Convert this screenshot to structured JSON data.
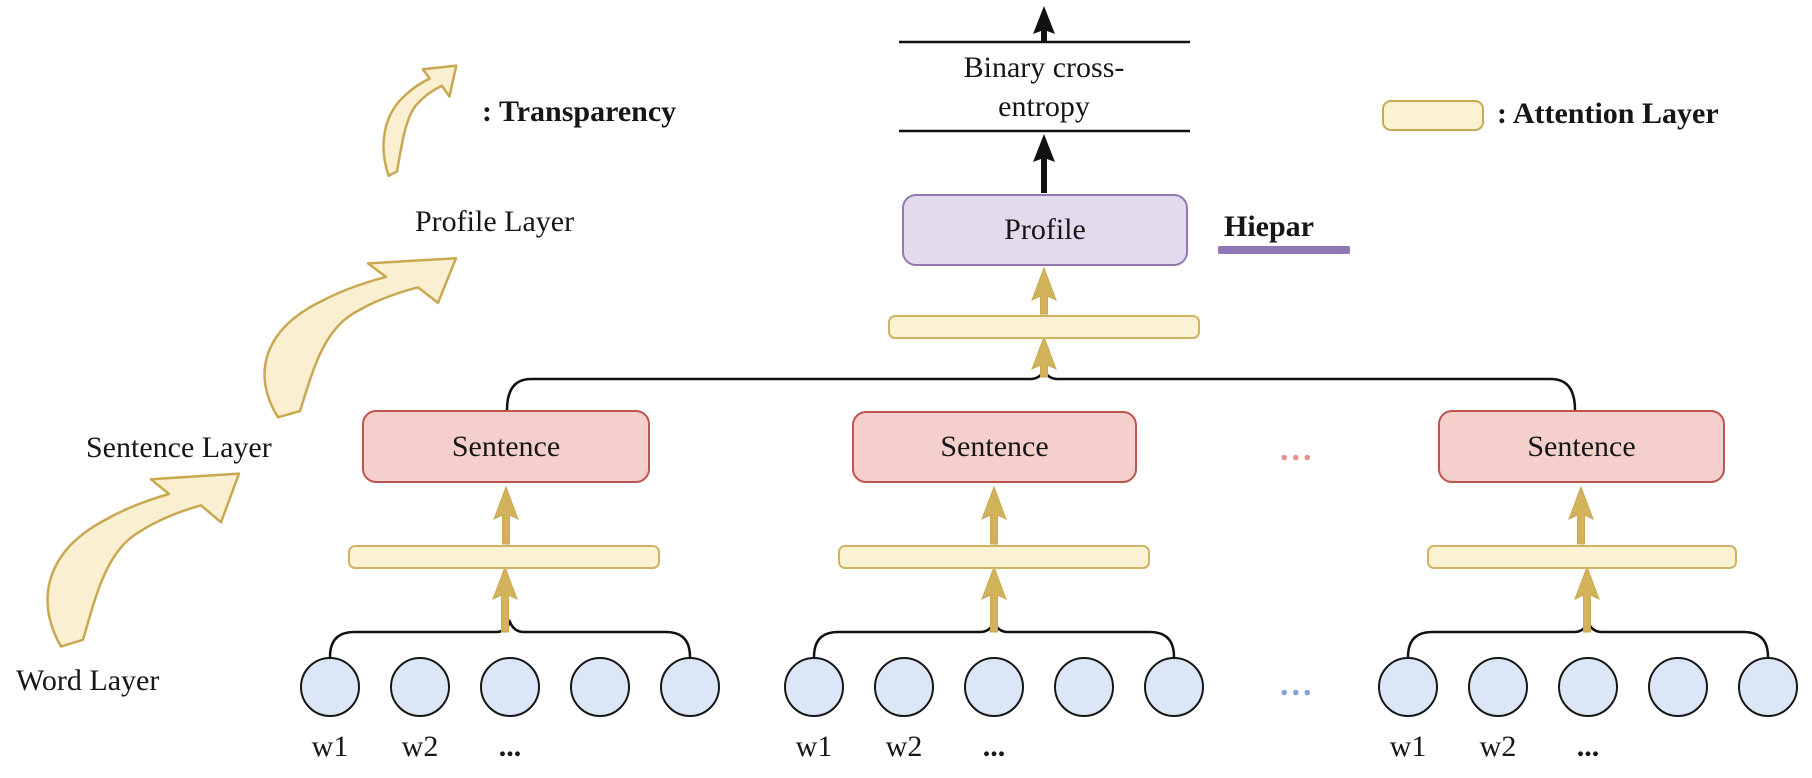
{
  "legend": {
    "transparency_label": ": Transparency",
    "attention_label": ": Attention Layer"
  },
  "side_labels": {
    "profile": "Profile Layer",
    "sentence": "Sentence Layer",
    "word": "Word Layer"
  },
  "loss": {
    "line1": "Binary cross-",
    "line2": "entropy"
  },
  "profile_box_label": "Profile",
  "model_name": "Hiepar",
  "groups": [
    {
      "sentence_label": "Sentence",
      "word_labels": [
        "w1",
        "w2",
        "..."
      ]
    },
    {
      "sentence_label": "Sentence",
      "word_labels": [
        "w1",
        "w2",
        "..."
      ]
    },
    {
      "sentence_label": "Sentence",
      "word_labels": [
        "w1",
        "w2",
        "..."
      ]
    }
  ],
  "ellipsis": {
    "sentence_level": "...",
    "word_level": "..."
  },
  "colors": {
    "attention_fill": "#fbf2d4",
    "attention_border": "#d2b263",
    "gold_arrow": "#d2b35c",
    "swoosh_fill": "#faefd0",
    "swoosh_border": "#c9a851",
    "sentence_fill": "#f5cfcc",
    "sentence_border": "#bf544f",
    "profile_fill": "#e3daed",
    "profile_border": "#9478b0",
    "hiepar_underline": "#8e76b4",
    "word_circle_fill": "#dbe7f7",
    "dots_pink": "#e8918c",
    "dots_blue": "#85a0db",
    "line_black": "#111111"
  }
}
